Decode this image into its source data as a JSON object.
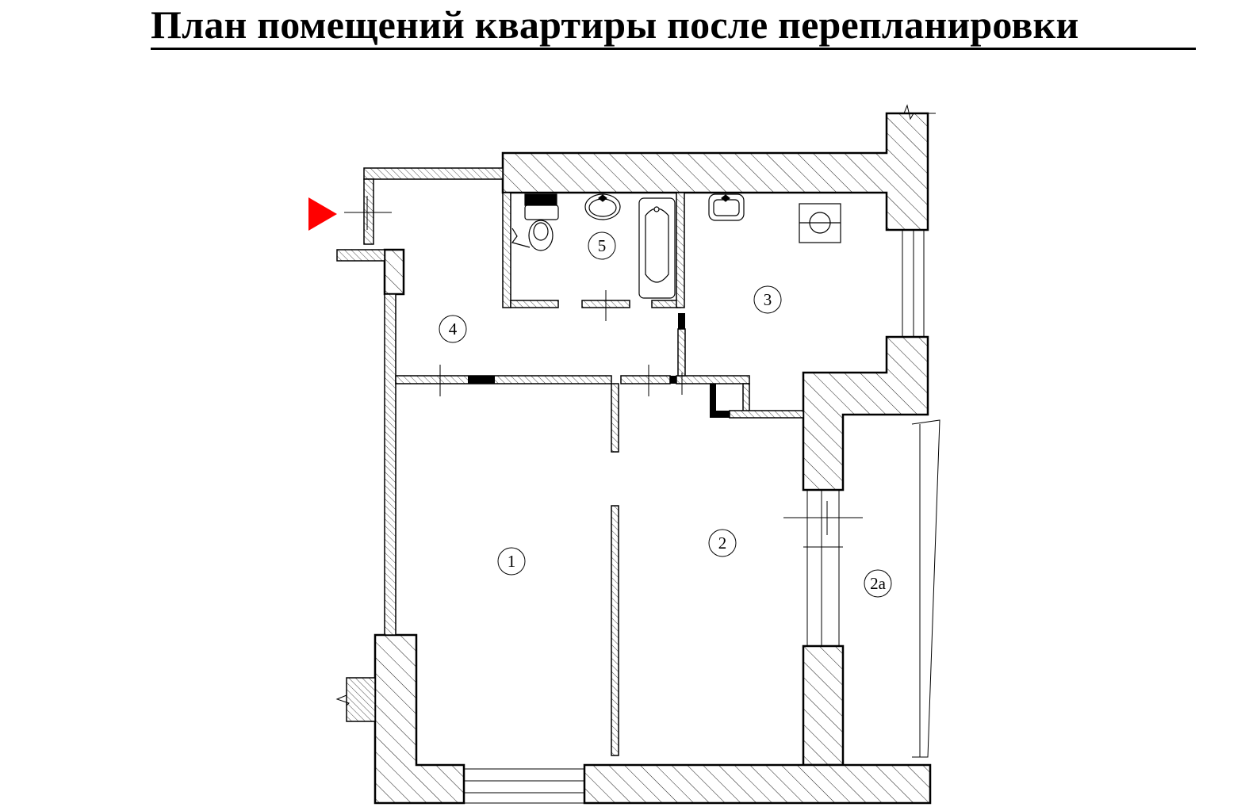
{
  "title": "План помещений квартиры после перепланировки",
  "rooms": [
    {
      "number": "1"
    },
    {
      "number": "2"
    },
    {
      "number": "2а"
    },
    {
      "number": "3"
    },
    {
      "number": "4"
    },
    {
      "number": "5"
    }
  ],
  "colors": {
    "line": "#000000",
    "entrance_marker": "#ff0000",
    "background": "#ffffff"
  },
  "icons": [
    "entrance-arrow-icon",
    "toilet-icon",
    "sink-icon",
    "bathtub-icon",
    "stove-icon",
    "kitchen-sink-icon"
  ]
}
